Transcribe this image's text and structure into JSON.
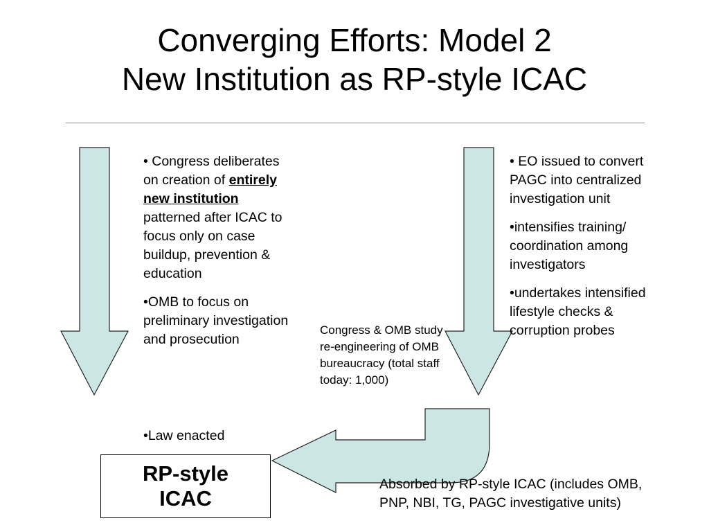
{
  "slide": {
    "title_line1": "Converging Efforts: Model 2",
    "title_line2": "New Institution as RP-style ICAC"
  },
  "left_column": {
    "bullet1_pre": "• Congress deliberates on creation of ",
    "bullet1_emphasis": "entirely new institution",
    "bullet1_post": " patterned after ICAC to focus only on case buildup, prevention & education",
    "bullet2": "•OMB to focus on preliminary investigation and prosecution",
    "bullet3": "•Law enacted"
  },
  "right_column": {
    "bullet1": "• EO issued to convert PAGC into centralized investigation unit",
    "bullet2": "•intensifies training/ coordination among investigators",
    "bullet3": "•undertakes intensified lifestyle checks & corruption probes"
  },
  "middle_note": "Congress & OMB study re-engineering of OMB bureaucracy (total staff today: 1,000)",
  "icac_box": {
    "line1": "RP-style",
    "line2": "ICAC"
  },
  "absorbed_note": "Absorbed by RP-style ICAC (includes OMB, PNP, NBI, TG, PAGC investigative units)",
  "colors": {
    "arrow_fill": "#cce6e6",
    "arrow_stroke": "#222222"
  }
}
